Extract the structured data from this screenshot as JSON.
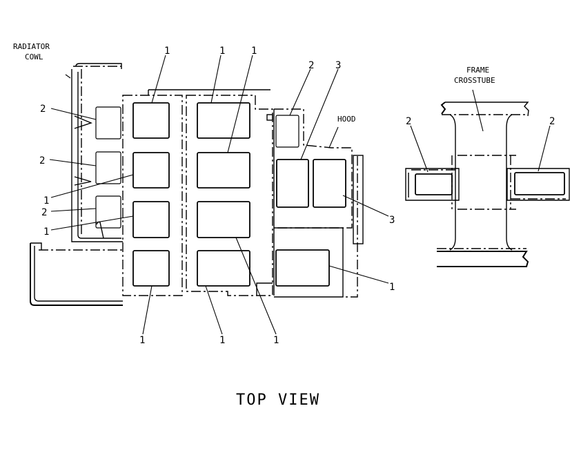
{
  "labels": {
    "radiator_cowl_line1": "RADIATOR",
    "radiator_cowl_line2": "COWL",
    "hood": "HOOD",
    "frame_crosstube_line1": "FRAME",
    "frame_crosstube_line2": "CROSSTUBE",
    "view_title": "TOP VIEW"
  },
  "callouts": {
    "c1": "1",
    "c2": "2",
    "c3": "3"
  }
}
